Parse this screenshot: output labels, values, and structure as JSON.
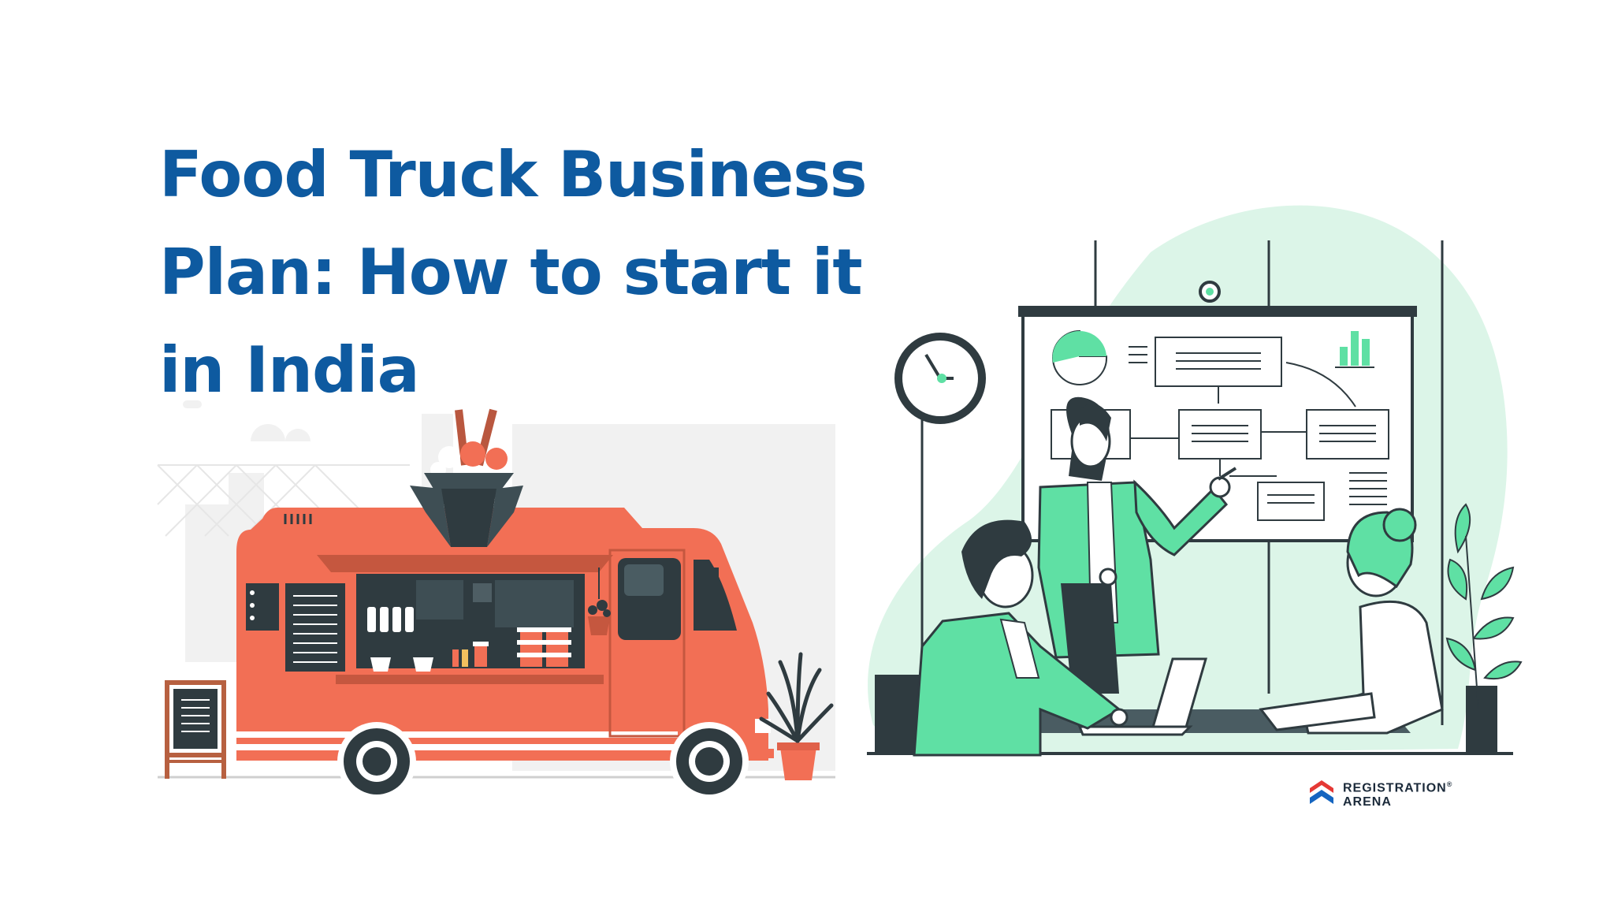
{
  "title": {
    "line1": "Food Truck Business",
    "line2": "Plan: How to start it",
    "line3": "in India"
  },
  "logo": {
    "line1": "REGISTRATION",
    "mark": "®",
    "line2": "ARENA"
  },
  "colors": {
    "title": "#0e5aa0",
    "truck": "#f26f55",
    "accent_green": "#5fe0a4",
    "blob": "#dcf5e8",
    "dark": "#2f3b40"
  },
  "icons": [
    "food-truck-illustration",
    "takeout-box-icon",
    "office-meeting-illustration",
    "wall-clock-icon",
    "whiteboard-flowchart",
    "laptop-icon",
    "plant-icon",
    "registration-arena-logo-icon"
  ]
}
